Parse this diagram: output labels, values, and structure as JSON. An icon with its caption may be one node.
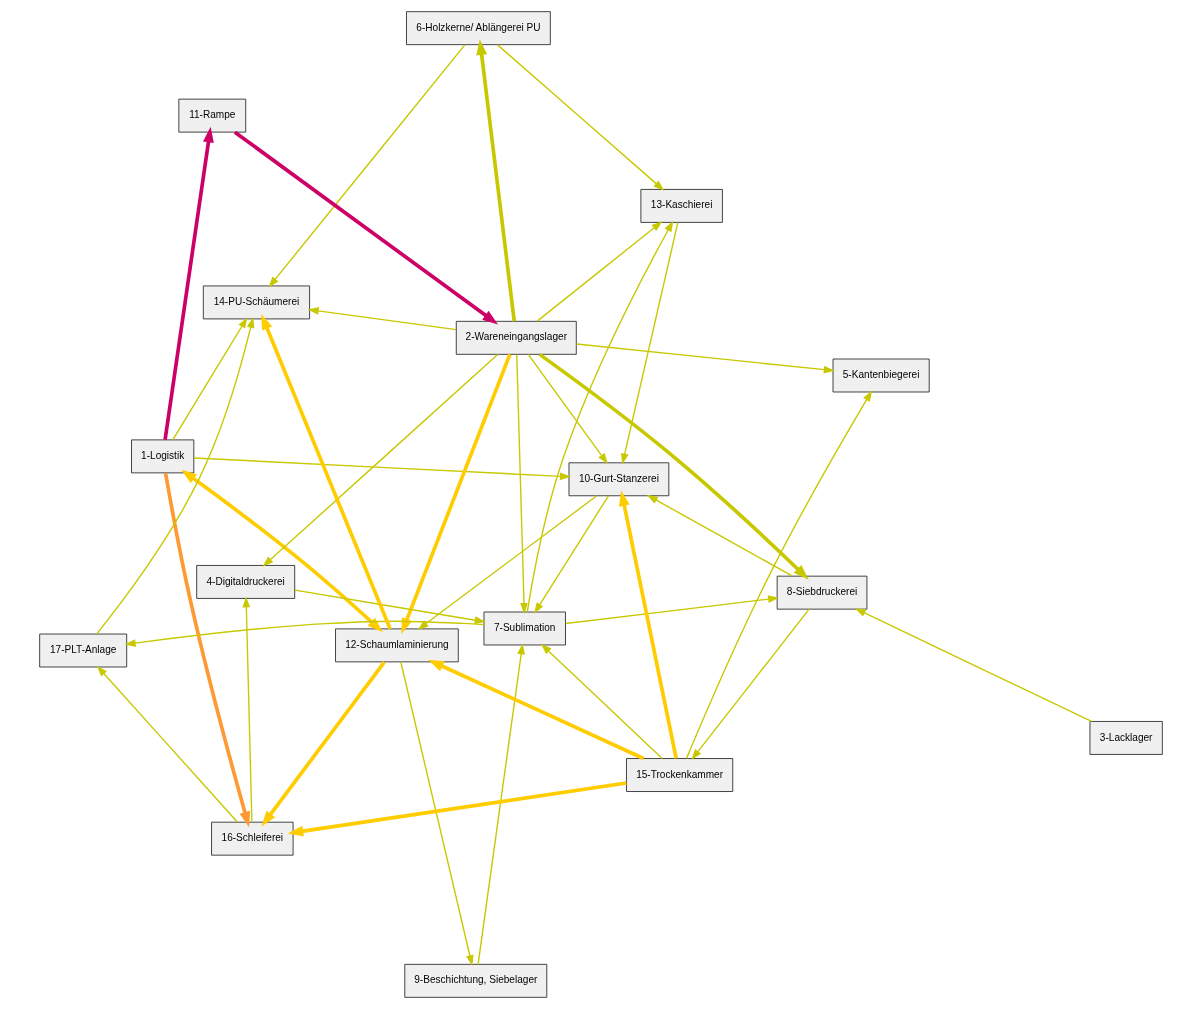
{
  "diagram": {
    "nodes": [
      {
        "text": [
          "1-Logistik"
        ]
      },
      {
        "text": [
          "2-Wareneingangslager"
        ]
      },
      {
        "text": [
          "3-Lacklager"
        ]
      },
      {
        "text": [
          "4-Digitaldruckerei"
        ]
      },
      {
        "text": [
          "5-Kantenbiegerei"
        ]
      },
      {
        "text": [
          "6-Holzkerne/ Ablängerei PU"
        ]
      },
      {
        "text": [
          "7-Sublimation"
        ]
      },
      {
        "text": [
          "8-Siebdruckerei"
        ]
      },
      {
        "text": [
          "9-Beschichtung, Siebelager"
        ]
      },
      {
        "text": [
          "10-Gurt-Stanzerei"
        ]
      },
      {
        "text": [
          "11-Rampe"
        ]
      },
      {
        "text": [
          "12-Schaumlaminierung"
        ]
      },
      {
        "text": [
          "13-Kaschierei"
        ]
      },
      {
        "text": [
          "14-PU-Schäumerei"
        ]
      },
      {
        "text": [
          "15-Trockenkammer"
        ]
      },
      {
        "text": [
          "16-Schleiferei"
        ]
      },
      {
        "text": [
          "17-PLT-Anlage"
        ]
      }
    ],
    "edges": [
      {
        "from": 0,
        "to": 10,
        "arrow": "to",
        "style": "thick",
        "color": "#cc0066"
      },
      {
        "from": 10,
        "to": 1,
        "arrow": "to",
        "style": "thick",
        "color": "#cc0066"
      },
      {
        "from": 0,
        "to": 15,
        "arrow": "to",
        "style": "thick",
        "color": "#ff9933"
      },
      {
        "from": 1,
        "to": 11,
        "arrow": "to",
        "style": "thick",
        "color": "#ffcc00"
      },
      {
        "from": 0,
        "to": 11,
        "arrow": "both",
        "style": "thick",
        "color": "#ffcc00"
      },
      {
        "from": 11,
        "to": 15,
        "arrow": "to",
        "style": "thick",
        "color": "#ffcc00"
      },
      {
        "from": 14,
        "to": 15,
        "arrow": "to",
        "style": "thick",
        "color": "#ffcc00"
      },
      {
        "from": 14,
        "to": 11,
        "arrow": "to",
        "style": "thick",
        "color": "#ffcc00"
      },
      {
        "from": 11,
        "to": 13,
        "arrow": "to",
        "style": "thick",
        "color": "#ffcc00"
      },
      {
        "from": 14,
        "to": 9,
        "arrow": "to",
        "style": "thick",
        "color": "#ffcc00"
      },
      {
        "from": 1,
        "to": 5,
        "arrow": "to",
        "style": "thick"
      },
      {
        "from": 1,
        "to": 7,
        "arrow": "to",
        "style": "thick"
      },
      {
        "from": 1,
        "to": 6,
        "arrow": "to"
      },
      {
        "from": 1,
        "to": 12,
        "arrow": "to"
      },
      {
        "from": 5,
        "to": 12,
        "arrow": "to"
      },
      {
        "from": 6,
        "to": 12,
        "arrow": "to"
      },
      {
        "from": 6,
        "to": 7,
        "arrow": "to"
      },
      {
        "from": 6,
        "to": 16,
        "arrow": "to"
      },
      {
        "from": 3,
        "to": 6,
        "arrow": "to"
      },
      {
        "from": 2,
        "to": 7,
        "arrow": "to"
      },
      {
        "from": 1,
        "to": 3,
        "arrow": "to"
      },
      {
        "from": 15,
        "to": 16,
        "arrow": "to"
      },
      {
        "from": 1,
        "to": 4,
        "arrow": "to"
      },
      {
        "from": 1,
        "to": 13,
        "arrow": "to"
      },
      {
        "from": 1,
        "to": 9,
        "arrow": "to"
      },
      {
        "from": 7,
        "to": 9,
        "arrow": "to"
      },
      {
        "from": 7,
        "to": 14,
        "arrow": "to"
      },
      {
        "from": 9,
        "to": 6,
        "arrow": "to"
      },
      {
        "from": 14,
        "to": 6,
        "arrow": "to"
      },
      {
        "from": 8,
        "to": 6,
        "arrow": "to"
      },
      {
        "from": 16,
        "to": 13,
        "arrow": "to"
      },
      {
        "from": 12,
        "to": 9,
        "arrow": "to"
      },
      {
        "from": 5,
        "to": 13,
        "arrow": "to"
      },
      {
        "from": 0,
        "to": 9,
        "arrow": "to"
      },
      {
        "from": 0,
        "to": 13,
        "arrow": "to"
      },
      {
        "from": 14,
        "to": 4,
        "arrow": "to"
      },
      {
        "from": 11,
        "to": 8,
        "arrow": "to"
      },
      {
        "from": 9,
        "to": 11,
        "arrow": "to"
      },
      {
        "from": 15,
        "to": 3,
        "arrow": "to"
      }
    ]
  }
}
